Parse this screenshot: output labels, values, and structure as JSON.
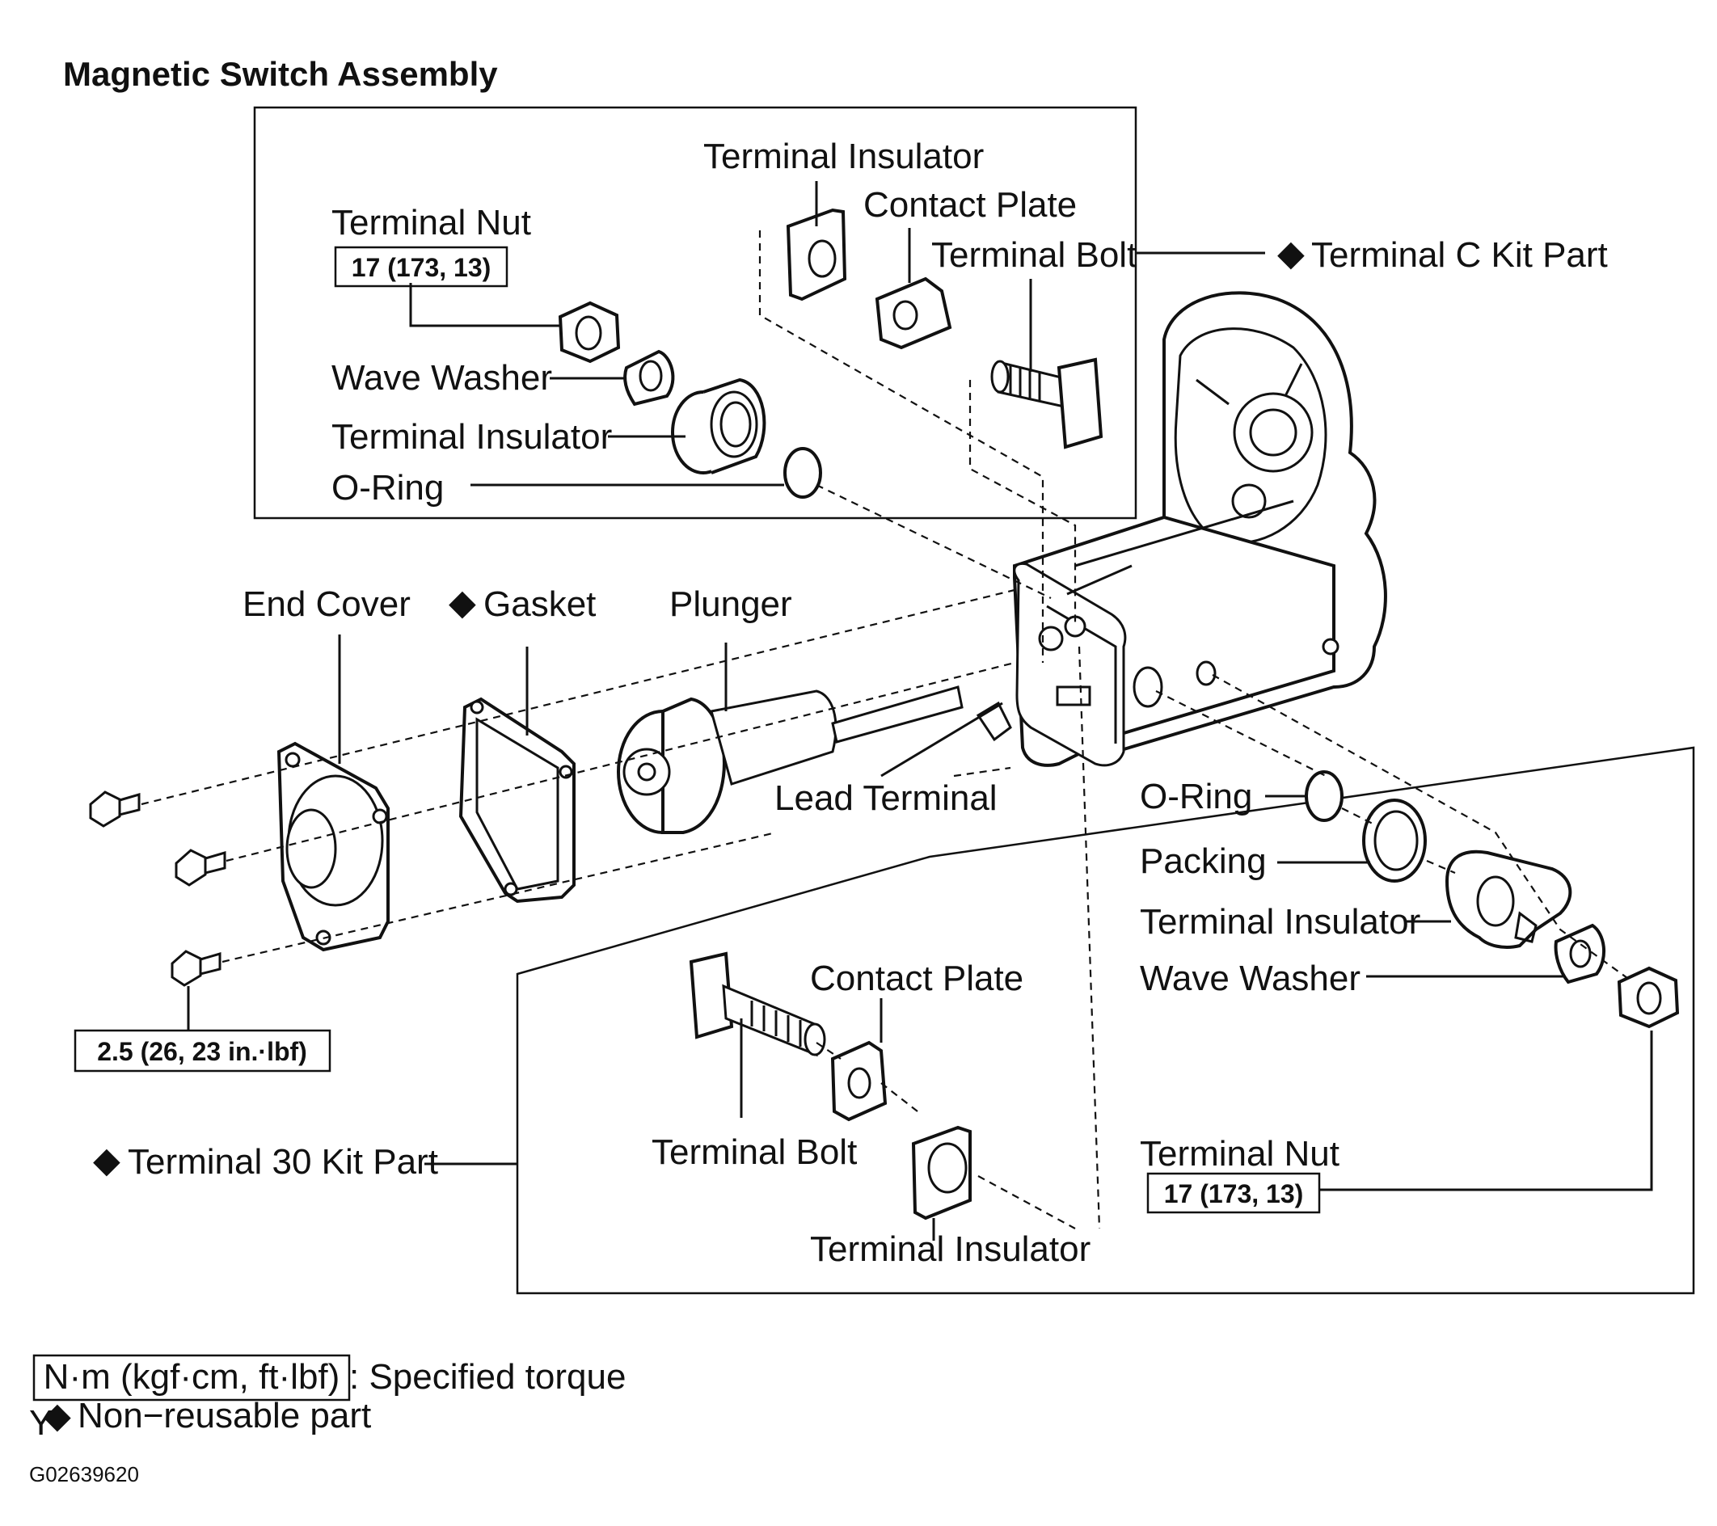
{
  "title": "Magnetic Switch Assembly",
  "labels": {
    "terminal_insulator_top": "Terminal Insulator",
    "contact_plate_top": "Contact Plate",
    "terminal_bolt_top": "Terminal Bolt",
    "terminal_c_kit": "Terminal C Kit Part",
    "terminal_nut_top": "Terminal Nut",
    "wave_washer_top": "Wave Washer",
    "terminal_insulator_mid": "Terminal Insulator",
    "o_ring_top": "O-Ring",
    "end_cover": "End Cover",
    "gasket": "Gasket",
    "plunger": "Plunger",
    "lead_terminal": "Lead Terminal",
    "o_ring_right": "O-Ring",
    "packing": "Packing",
    "terminal_insulator_right": "Terminal Insulator",
    "wave_washer_right": "Wave Washer",
    "contact_plate_bottom": "Contact Plate",
    "terminal_bolt_bottom": "Terminal Bolt",
    "terminal_insulator_bottom": "Terminal Insulator",
    "terminal_30_kit": "Terminal 30 Kit Part",
    "terminal_nut_bottom": "Terminal Nut"
  },
  "torque": {
    "terminal_nut_top": "17 (173, 13)",
    "bolts": "2.5 (26, 23 in.·lbf)",
    "terminal_nut_bottom": "17 (173, 13)"
  },
  "legend": {
    "torque_box": "N·m (kgf·cm, ft·lbf)",
    "torque_desc": ": Specified torque",
    "nonreusable": "Non−reusable part",
    "mark_y": "Y"
  },
  "figure_id": "G02639620"
}
